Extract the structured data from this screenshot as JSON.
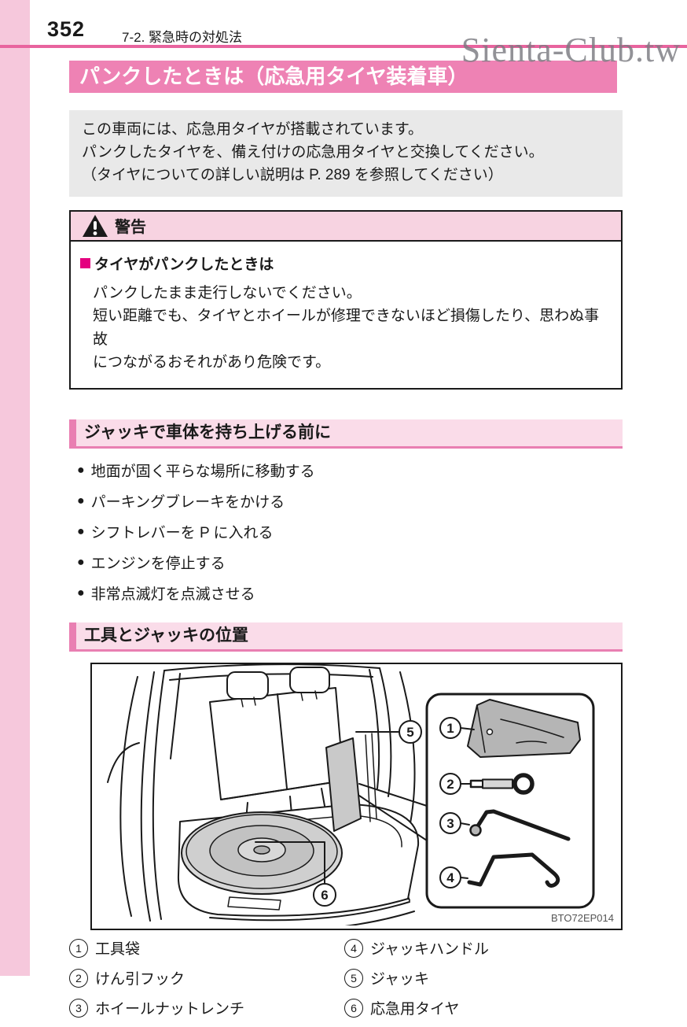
{
  "page": {
    "number": "352",
    "chapter": "7-2. 緊急時の対処法",
    "watermark": "Sienta-Club.tw",
    "title": "パンクしたときは（応急用タイヤ装着車）"
  },
  "intro": {
    "lines": [
      "この車両には、応急用タイヤが搭載されています。",
      "パンクしたタイヤを、備え付けの応急用タイヤと交換してください。",
      "（タイヤについての詳しい説明は P. 289 を参照してください）"
    ]
  },
  "warning": {
    "label": "警告",
    "subtitle": "タイヤがパンクしたときは",
    "lines": [
      "パンクしたまま走行しないでください。",
      "短い距離でも、タイヤとホイールが修理できないほど損傷したり、思わぬ事故",
      "につながるおそれがあり危険です。"
    ]
  },
  "before_jack": {
    "title": "ジャッキで車体を持ち上げる前に",
    "items": [
      "地面が固く平らな場所に移動する",
      "パーキングブレーキをかける",
      "シフトレバーを P に入れる",
      "エンジンを停止する",
      "非常点滅灯を点滅させる"
    ]
  },
  "tool_location": {
    "title": "工具とジャッキの位置",
    "figure_code": "BTO72EP014",
    "legend": [
      {
        "num": "1",
        "label": "工具袋"
      },
      {
        "num": "2",
        "label": "けん引フック"
      },
      {
        "num": "3",
        "label": "ホイールナットレンチ"
      },
      {
        "num": "4",
        "label": "ジャッキハンドル"
      },
      {
        "num": "5",
        "label": "ジャッキ"
      },
      {
        "num": "6",
        "label": "応急用タイヤ"
      }
    ]
  },
  "colors": {
    "title_bar_pink": "#ee82b4",
    "section_light_pink": "#fadce9",
    "section_accent_pink": "#e97fb2",
    "header_rule_pink": "#e8649e",
    "warning_header_pink": "#f7d3e1",
    "warning_square_magenta": "#e4007f",
    "intro_box_grey": "#e9e9e9",
    "edge_bar_pink": "#f6c8dc"
  }
}
